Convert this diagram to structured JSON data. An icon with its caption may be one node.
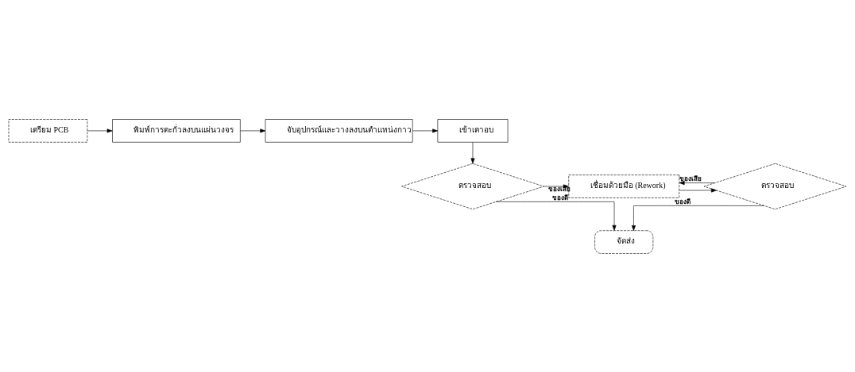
{
  "diagram": {
    "nodes": [
      {
        "text": [
          "เตรียม PCB"
        ]
      },
      {
        "text": [
          "พิมพ์การตะกั่วลงบนแผ่นวงจร"
        ]
      },
      {
        "text": [
          "จับอุปกรณ์และวางลงบนตำแหน่งกาว"
        ]
      },
      {
        "text": [
          "เข้าเตาอบ"
        ]
      },
      {
        "text": [
          "ตรวจสอบ"
        ]
      },
      {
        "text": [
          "เชื่อมด้วยมือ (Rework)"
        ]
      },
      {
        "text": [
          "ตรวจสอบ"
        ]
      },
      {
        "text": [
          "จัดส่ง"
        ]
      }
    ],
    "edges": [
      {
        "from": 0,
        "to": 1,
        "arrow": "to"
      },
      {
        "from": 1,
        "to": 2,
        "arrow": "to"
      },
      {
        "from": 2,
        "to": 3,
        "arrow": "to"
      },
      {
        "from": 3,
        "to": 6,
        "arrow": "to"
      },
      {
        "from": 6,
        "to": 5,
        "arrow": "to",
        "label": "ของเสีย"
      },
      {
        "from": 5,
        "to": 4,
        "arrow": "to"
      },
      {
        "from": 4,
        "to": 5,
        "arrow": "to",
        "label": "ของเสีย"
      },
      {
        "from": 6,
        "to": 7,
        "arrow": "to",
        "label": "ของดี"
      },
      {
        "from": 4,
        "to": 7,
        "arrow": "to",
        "label": "ของดี"
      }
    ]
  }
}
